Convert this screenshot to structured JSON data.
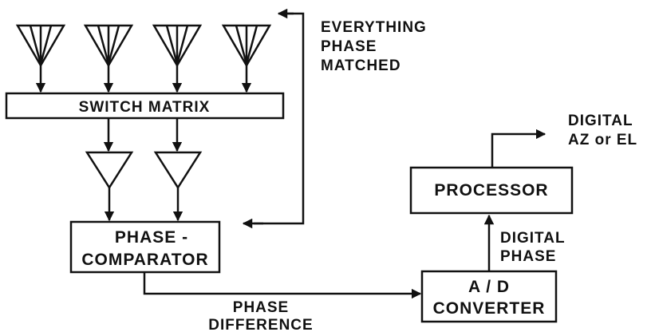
{
  "diagram": {
    "blocks": {
      "switch_matrix": "SWITCH MATRIX",
      "phase_comparator": {
        "line1": "PHASE -",
        "line2": "COMPARATOR"
      },
      "ad_converter": {
        "line1": "A / D",
        "line2": "CONVERTER"
      },
      "processor": "PROCESSOR"
    },
    "annotations": {
      "everything_phase_matched": [
        "EVERYTHING",
        "PHASE",
        "MATCHED"
      ],
      "phase_difference": [
        "PHASE",
        "DIFFERENCE"
      ],
      "digital_phase": [
        "DIGITAL",
        "PHASE"
      ],
      "digital_output": [
        "DIGITAL",
        "AZ or EL"
      ]
    },
    "colors": {
      "ink": "#111111",
      "background": "#ffffff"
    },
    "antenna_icon": "antenna-icon",
    "amplifier_icon": "amplifier-triangle-icon"
  }
}
